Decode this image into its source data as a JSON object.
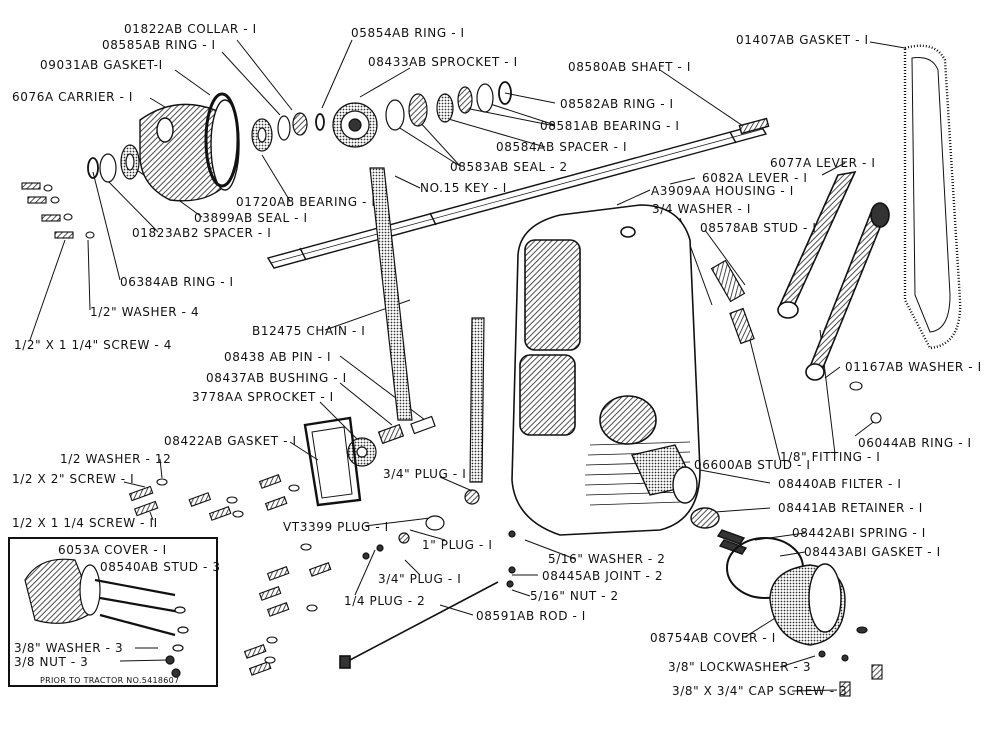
{
  "labels": {
    "collar": "01822AB COLLAR - I",
    "ring_08585": "08585AB RING - I",
    "ring_05854": "05854AB RING - I",
    "gasket_09031": "09031AB GASKET-I",
    "sprocket_08433": "08433AB SPROCKET - I",
    "shaft": "08580AB SHAFT - I",
    "gasket_01407": "01407AB GASKET - I",
    "carrier": "6076A CARRIER - I",
    "ring_08582": "08582AB RING - I",
    "bearing_08581": "08581AB BEARING - I",
    "spacer_08584": "08584AB SPACER - I",
    "seal_08583": "08583AB SEAL - 2",
    "lever_6077": "6077A LEVER - I",
    "bearing_01720": "01720AB BEARING - I",
    "key": "NO.15 KEY - I",
    "lever_6082": "6082A LEVER - I",
    "seal_03899": "03899AB SEAL - I",
    "housing": "A3909AA HOUSING - I",
    "spacer_01823": "01823AB2 SPACER - I",
    "washer_34": "3/4 WASHER - I",
    "stud_08578": "08578AB STUD - I",
    "ring_06384": "06384AB RING - I",
    "washer_12_4": "1/2\" WASHER - 4",
    "screw_4": "1/2\" X 1 1/4\" SCREW - 4",
    "chain": "B12475 CHAIN - I",
    "pin": "08438 AB PIN - I",
    "bushing": "08437AB BUSHING - I",
    "sprocket_3778": "3778AA SPROCKET - I",
    "washer_01167": "01167AB WASHER - I",
    "gasket_08422": "08422AB GASKET - I",
    "ring_06044": "06044AB RING - I",
    "washer_12_12": "1/2 WASHER - 12",
    "fitting": "1/8\" FITTING - I",
    "screw_2": "1/2 X 2\" SCREW - I",
    "plug_34_top": "3/4\" PLUG - I",
    "stud_06600": "06600AB STUD - I",
    "filter": "08440AB FILTER - I",
    "screw_11": "1/2 X 1 1/4 SCREW - II",
    "retainer": "08441AB RETAINER - I",
    "plug_vt3399": "VT3399 PLUG - I",
    "spring": "08442ABI SPRING - I",
    "plug_1": "1\" PLUG - I",
    "cover_6053": "6053A COVER - I",
    "gasket_08443": "08443ABI GASKET - I",
    "stud_08540": "08540AB STUD - 3",
    "washer_516": "5/16\" WASHER - 2",
    "plug_34_low": "3/4\" PLUG - I",
    "joint": "08445AB JOINT - 2",
    "nut_516": "5/16\" NUT - 2",
    "plug_14": "1/4 PLUG - 2",
    "rod": "08591AB ROD - I",
    "cover_08754": "08754AB COVER - I",
    "washer_38": "3/8\" WASHER - 3",
    "nut_38": "3/8 NUT - 3",
    "prior_note": "PRIOR TO TRACTOR NO.5418607",
    "lockwasher": "3/8\" LOCKWASHER - 3",
    "cap_screw": "3/8\" X 3/4\" CAP SCREW - 3"
  },
  "colors": {
    "ink": "#111111",
    "paper": "#ffffff",
    "shade": "#555555"
  }
}
